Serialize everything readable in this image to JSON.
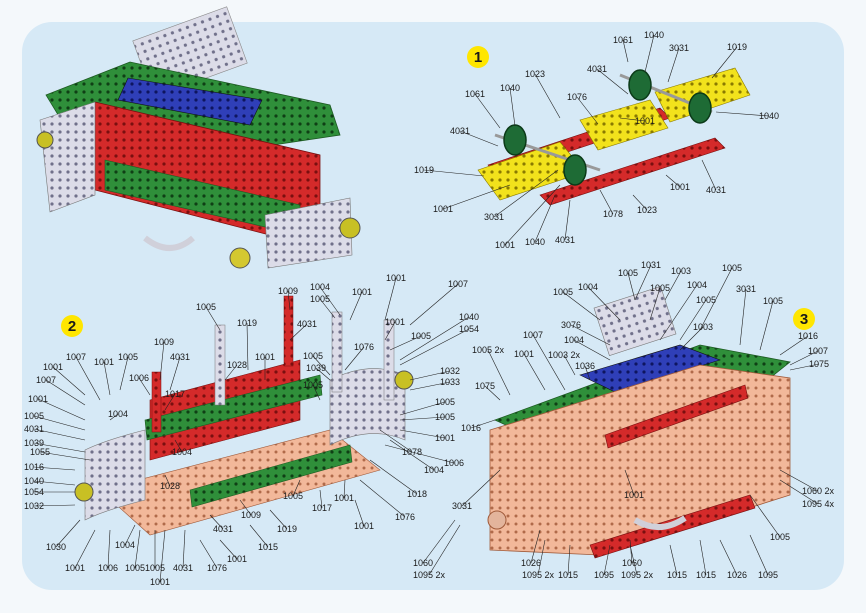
{
  "colors": {
    "background": "#dcecf7",
    "panel": "#cfe5f3",
    "step_badge": "#ffe600",
    "red": "#d42a2a",
    "green": "#2f8f3a",
    "yellow": "#f2e21c",
    "blue": "#2f3fb8",
    "silver": "#d9d9e6",
    "copper": "#f2b89a"
  },
  "steps": [
    {
      "number": "1"
    },
    {
      "number": "2"
    },
    {
      "number": "3"
    }
  ],
  "step1_labels": [
    "1061",
    "1040",
    "3031",
    "1019",
    "1023",
    "4031",
    "1076",
    "1061",
    "1040",
    "1001",
    "1040",
    "4031",
    "1019",
    "3031",
    "1001",
    "1001",
    "1078",
    "1023",
    "4031",
    "1040",
    "1001",
    "4031"
  ],
  "step2_labels": [
    "1009",
    "4031",
    "1004",
    "1005",
    "1001",
    "1001",
    "1007",
    "1040",
    "1054",
    "1005",
    "1019",
    "1005",
    "1005",
    "1039",
    "1076",
    "1005",
    "1001",
    "1028",
    "1001",
    "4031",
    "1009",
    "1007",
    "1001",
    "1006",
    "1005",
    "1017",
    "1032",
    "1033",
    "1005",
    "1001",
    "1007",
    "1004",
    "1001",
    "1005",
    "4031",
    "1039",
    "1055",
    "1078",
    "1004",
    "1001",
    "1004",
    "1006",
    "1016",
    "1040",
    "1054",
    "1028",
    "1005",
    "1017",
    "1001",
    "1018",
    "1005",
    "1032",
    "1009",
    "1019",
    "1015",
    "4031",
    "1076",
    "1030",
    "1001",
    "1006",
    "1005",
    "1001",
    "4031",
    "1001",
    "1004",
    "1005",
    "1076",
    "1001"
  ],
  "step3_labels": [
    "1031",
    "1005",
    "1003",
    "1005",
    "1005",
    "1004",
    "1005",
    "1004",
    "1005",
    "3031",
    "1005",
    "3076",
    "1003",
    "1004",
    "1016",
    "1007",
    "1007",
    "1001",
    "1003 2x",
    "1036",
    "1075",
    "1005 2x",
    "1075",
    "1016",
    "1001",
    "1060 2x",
    "1095 4x",
    "3031",
    "1005",
    "1060",
    "1095 2x",
    "1026",
    "1095 2x",
    "1015",
    "1095",
    "1060",
    "1095 2x",
    "1015",
    "1015",
    "1026",
    "1095"
  ]
}
